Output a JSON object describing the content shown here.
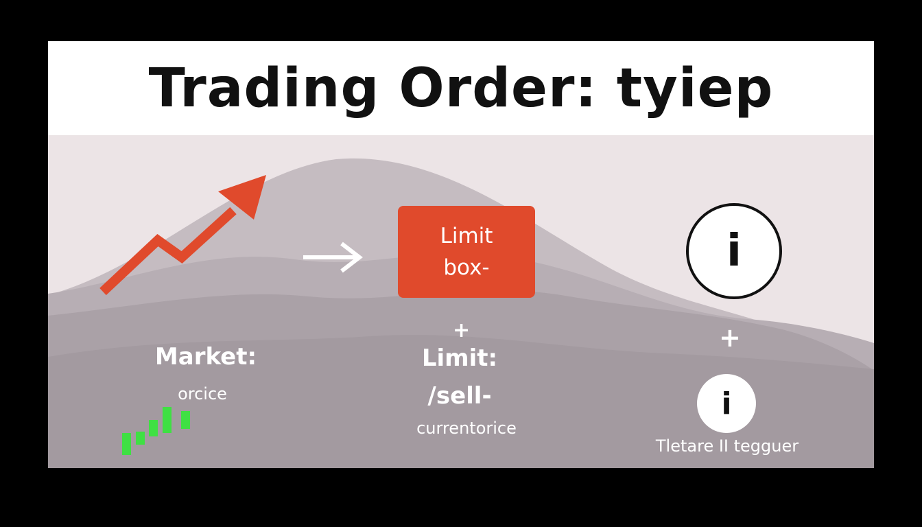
{
  "title": "Trading Order: tyiep",
  "limit_box": {
    "line1": "Limit",
    "line2": "box-"
  },
  "market": {
    "heading": "Market:",
    "sub": "orcice"
  },
  "limit": {
    "plus": "+",
    "heading": "Limit:",
    "sub1": "/sell-",
    "sub2": "currentorice"
  },
  "right": {
    "info_glyph": "i",
    "plus": "+",
    "info_glyph_small": "i",
    "caption": "Tletare II tegguer"
  },
  "icons": [
    "trend-up-arrow-icon",
    "right-arrow-icon",
    "info-icon",
    "candlestick-icon"
  ],
  "colors": {
    "accent": "#e04a2c",
    "candles": "#3fe043",
    "waves": "#a79ea4",
    "background": "#ece4e6"
  }
}
